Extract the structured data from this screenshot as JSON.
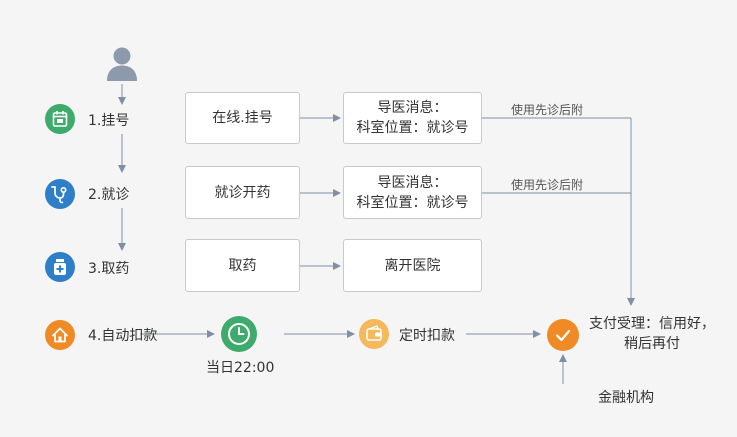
{
  "colors": {
    "green": "#3eaa6b",
    "blue": "#2f7fc8",
    "orange": "#f08a24",
    "light_orange": "#f5b85a",
    "person": "#8c9aab",
    "line": "#7f8fa6"
  },
  "steps": [
    {
      "label": "1.挂号",
      "icon": "calendar-icon"
    },
    {
      "label": "2.就诊",
      "icon": "stethoscope-icon"
    },
    {
      "label": "3.取药",
      "icon": "medicine-icon"
    },
    {
      "label": "4.自动扣款",
      "icon": "home-icon"
    }
  ],
  "boxes": {
    "online_register": "在线.挂号",
    "consult_prescribe": "就诊开药",
    "pick_medicine": "取药",
    "guide_msg_1": [
      "导医消息：",
      "科室位置：就诊号"
    ],
    "guide_msg_2": [
      "导医消息：",
      "科室位置：就诊号"
    ],
    "leave_hospital": "离开医院"
  },
  "notes": {
    "pay_later_1": "使用先诊后附",
    "pay_later_2": "使用先诊后附"
  },
  "timeline": {
    "clock_label": "当日22:00",
    "scheduled_deduction": "定时扣款",
    "payment_accept": [
      "支付受理：信用好，",
      "稍后再付"
    ],
    "financial_institution": "金融机构"
  }
}
